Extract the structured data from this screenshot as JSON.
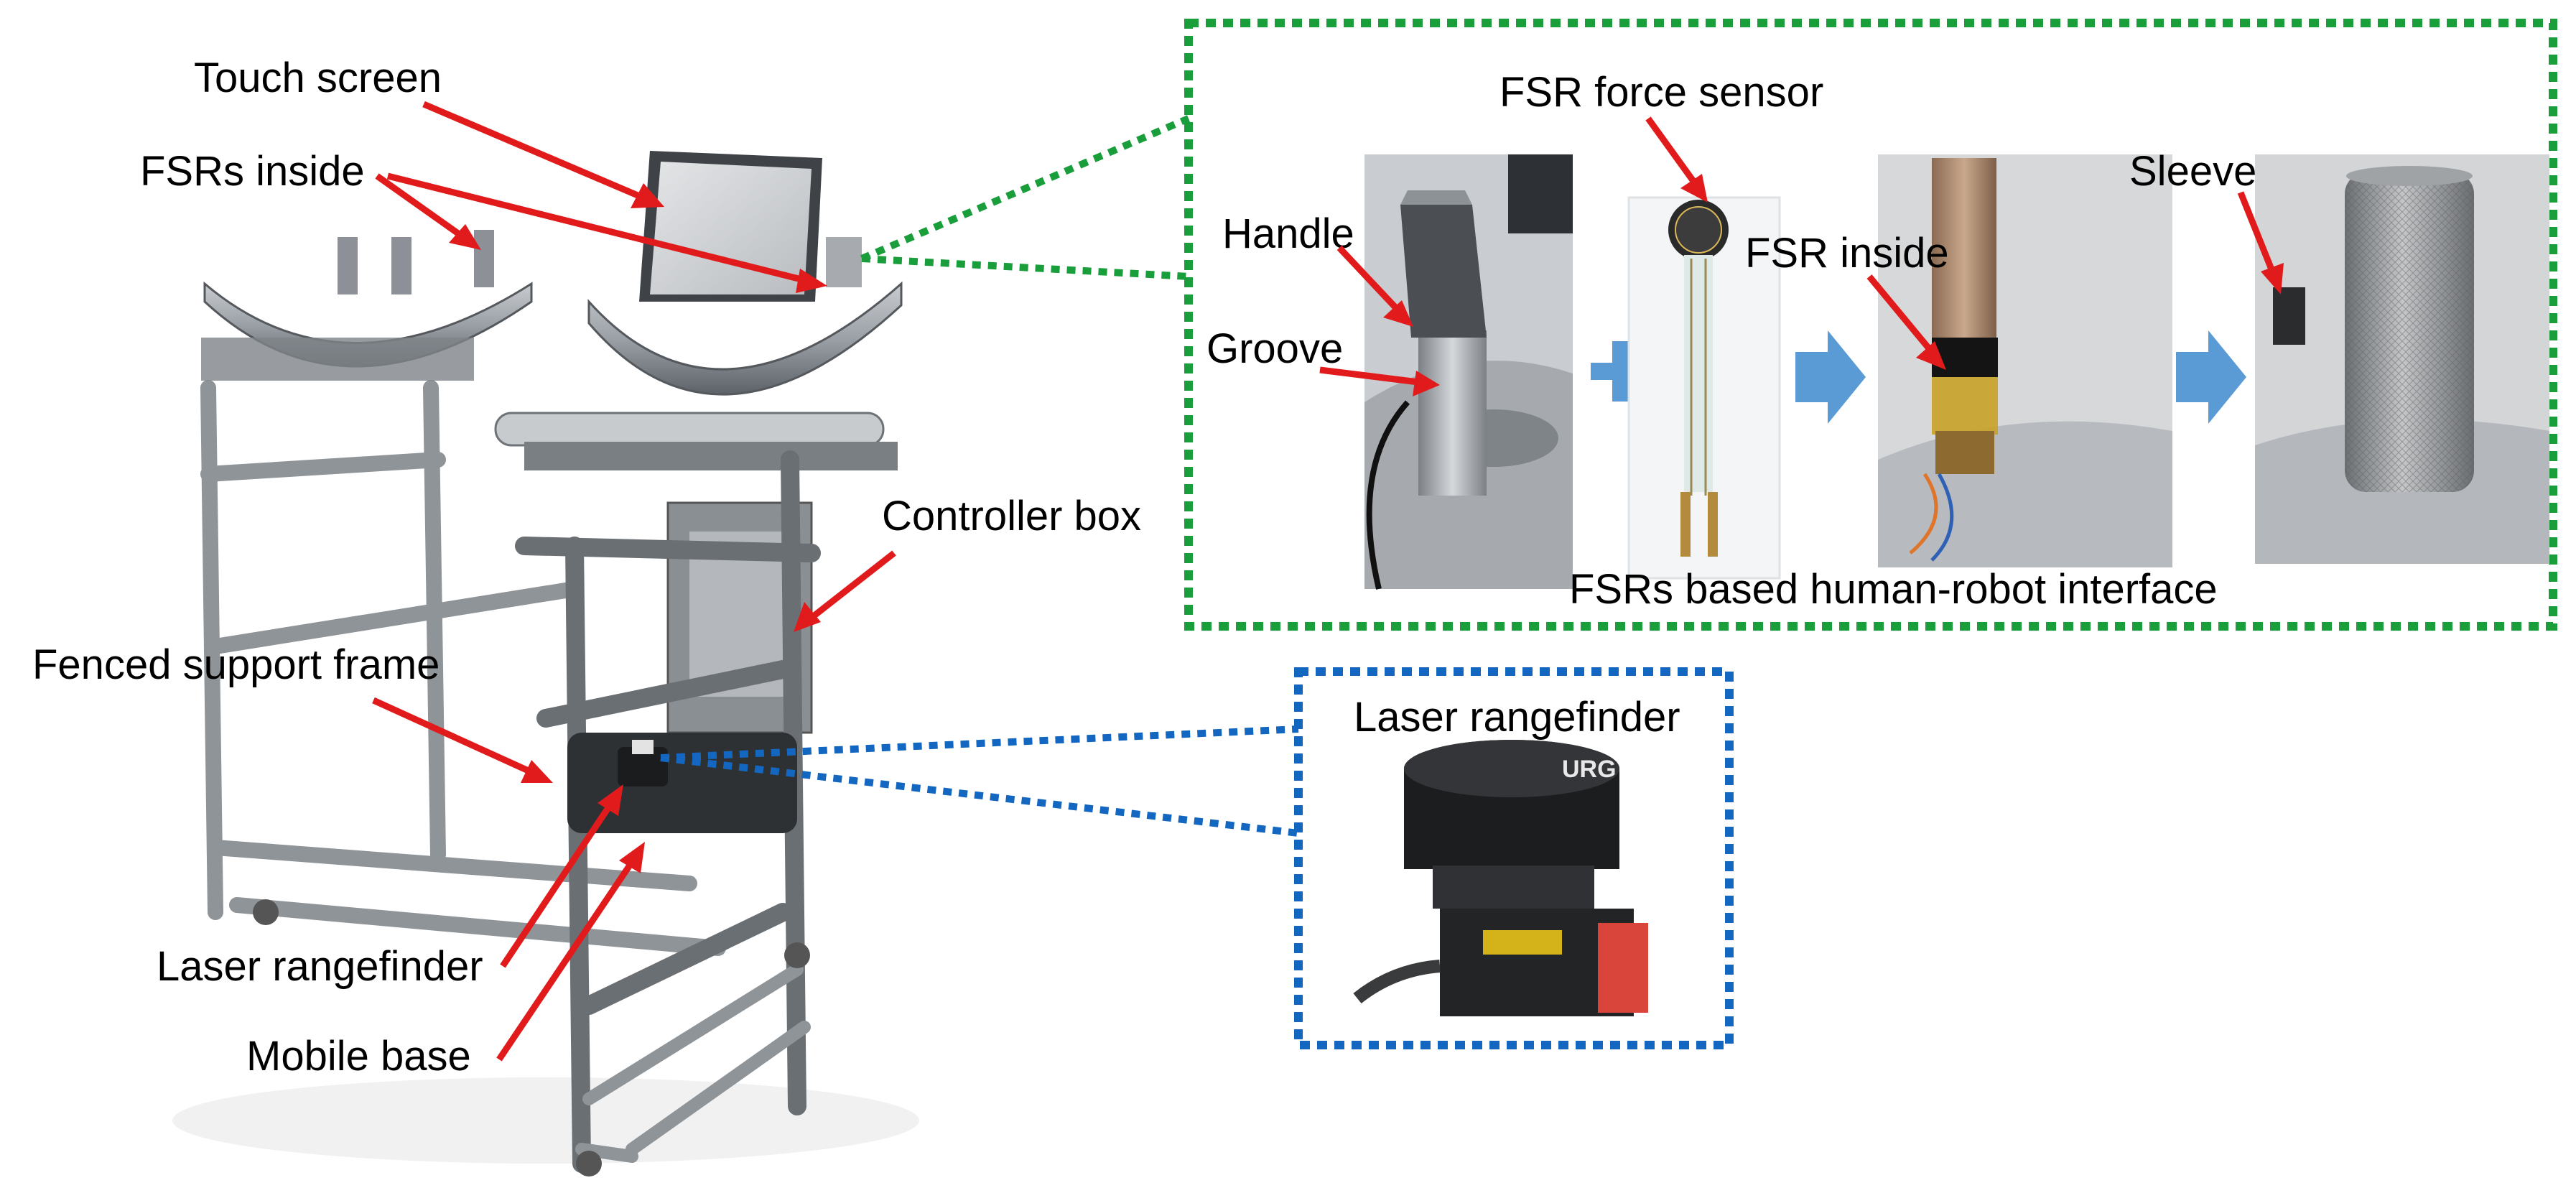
{
  "robot_labels": {
    "touch_screen": "Touch screen",
    "fsrs_inside": "FSRs inside",
    "controller_box": "Controller box",
    "fenced_support_frame": "Fenced support frame",
    "laser_rangefinder": "Laser rangefinder",
    "mobile_base": "Mobile base"
  },
  "fsr_panel": {
    "fsr_force_sensor": "FSR force sensor",
    "handle": "Handle",
    "groove": "Groove",
    "fsr_inside": "FSR inside",
    "sleeve": "Sleeve",
    "caption": "FSRs based human-robot interface"
  },
  "laser_panel": {
    "title": "Laser rangefinder",
    "device_text": "URG"
  },
  "colors": {
    "arrow_red": "#e11b1b",
    "fsr_box_green": "#1a9e3c",
    "laser_box_blue": "#1467c0",
    "step_arrow_blue": "#5b9bd5"
  },
  "icons": {
    "step_plus": "plus-icon",
    "step_arrow": "right-arrow-icon"
  }
}
